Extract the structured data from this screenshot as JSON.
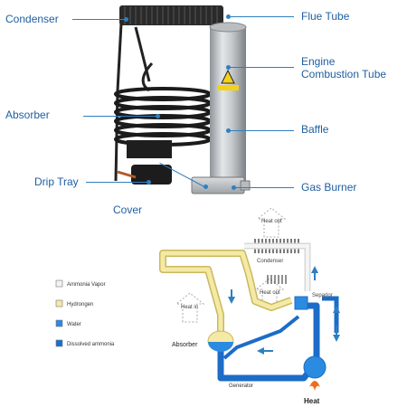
{
  "top_labels": {
    "condenser": "Condenser",
    "flue_tube": "Flue Tube",
    "engine_line1": "Engine",
    "engine_line2": "Combustion Tube",
    "absorber": "Absorber",
    "baffle": "Baffle",
    "drip_tray": "Drip Tray",
    "gas_burner": "Gas Burner",
    "cover": "Cover"
  },
  "diagram": {
    "heat_out_1": "Heat out",
    "heat_out_2": "Heat out",
    "heat_in": "Heat in",
    "condenser": "Condenser",
    "separator": "Separlor",
    "absorber": "Absorber",
    "generator": "Generator",
    "heat": "Heat"
  },
  "legend": [
    {
      "label": "Ammonia Vapor",
      "color": "#f2f2f2"
    },
    {
      "label": "Hydrongen",
      "color": "#f5e9a6"
    },
    {
      "label": "Water",
      "color": "#2b8be0"
    },
    {
      "label": "Dissolved ammonia",
      "color": "#1a6fd0"
    }
  ],
  "colors": {
    "label_blue": "#1f5fa0",
    "leader_blue": "#2e7fc1",
    "vapor": "#f2f2f2",
    "hydrogen": "#f5e9a6",
    "water": "#2b8be0",
    "dissolved": "#1a6fd0"
  }
}
